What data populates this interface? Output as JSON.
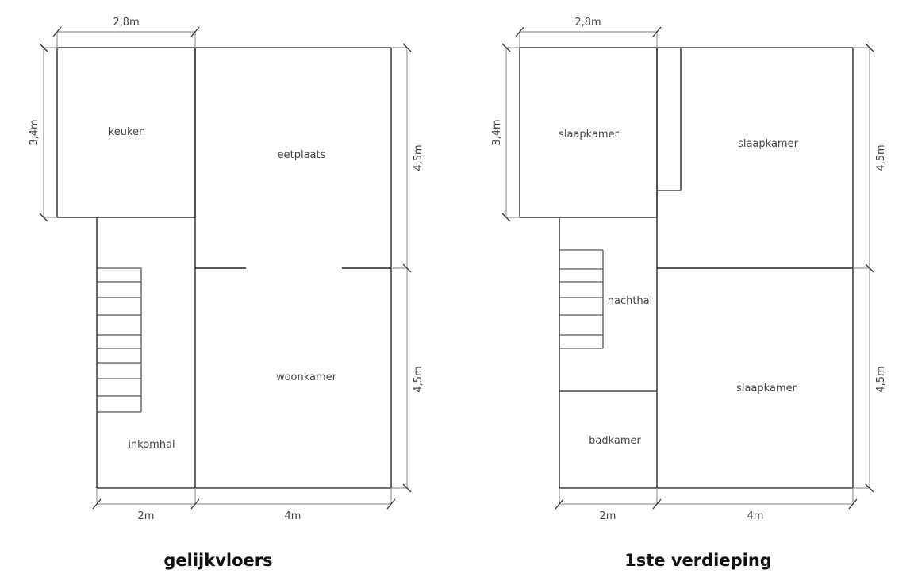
{
  "plans": [
    {
      "title": "gelijkvloers",
      "rooms": {
        "keuken": "keuken",
        "eetplaats": "eetplaats",
        "woonkamer": "woonkamer",
        "inkomhal": "inkomhal"
      },
      "dimensions": {
        "top": "2,8m",
        "left": "3,4m",
        "right_upper": "4,5m",
        "right_lower": "4,5m",
        "bottom_left": "2m",
        "bottom_right": "4m"
      }
    },
    {
      "title": "1ste verdieping",
      "rooms": {
        "slaapkamer_1": "slaapkamer",
        "slaapkamer_2": "slaapkamer",
        "slaapkamer_3": "slaapkamer",
        "nachthal": "nachthal",
        "badkamer": "badkamer"
      },
      "dimensions": {
        "top": "2,8m",
        "left": "3,4m",
        "right_upper": "4,5m",
        "right_lower": "4,5m",
        "bottom_left": "2m",
        "bottom_right": "4m"
      }
    }
  ]
}
